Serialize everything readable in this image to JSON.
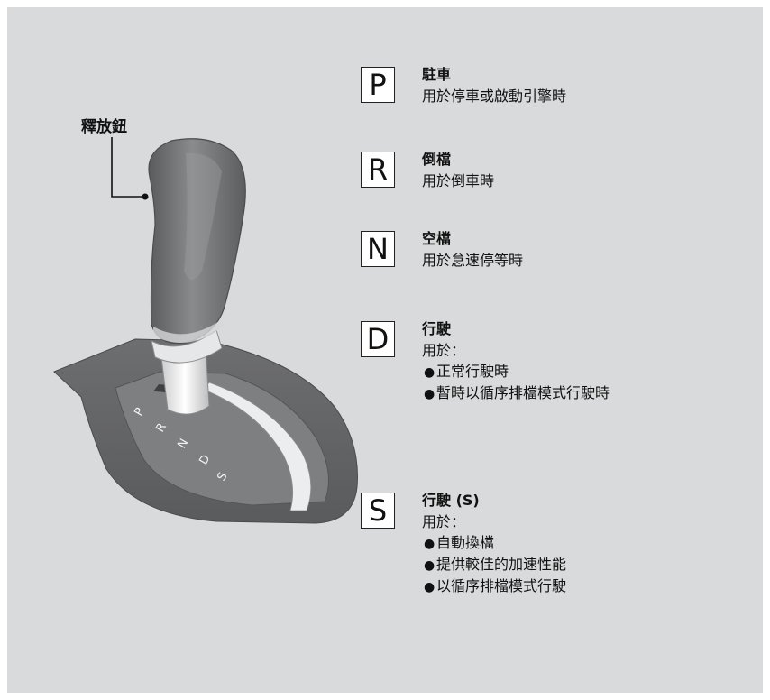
{
  "callout": {
    "release_button_label": "釋放鈕"
  },
  "selector": {
    "markings": [
      "P",
      "R",
      "N",
      "D",
      "S"
    ]
  },
  "gears": [
    {
      "letter": "P",
      "title": "駐車",
      "description": "用於停車或啟動引擎時",
      "bullets": []
    },
    {
      "letter": "R",
      "title": "倒檔",
      "description": "用於倒車時",
      "bullets": []
    },
    {
      "letter": "N",
      "title": "空檔",
      "description": "用於怠速停等時",
      "bullets": []
    },
    {
      "letter": "D",
      "title": "行駛",
      "description": "用於：",
      "bullets": [
        "正常行駛時",
        "暫時以循序排檔模式行駛時"
      ]
    },
    {
      "letter": "S",
      "title": "行駛 (S)",
      "description": "用於：",
      "bullets": [
        "自動換檔",
        "提供較佳的加速性能",
        "以循序排檔模式行駛"
      ]
    }
  ],
  "colors": {
    "background": "#d9dadb",
    "knob": "#7a7b7d",
    "console": "#6e6f71",
    "chrome": "#e8e9ea"
  }
}
